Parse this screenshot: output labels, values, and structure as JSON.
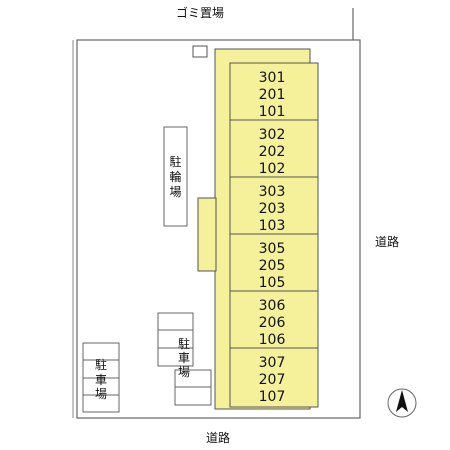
{
  "colors": {
    "building_fill": "#f5f09a",
    "building_stroke": "#555555",
    "line": "#666666",
    "background": "#ffffff"
  },
  "labels": {
    "garbage": "ゴミ置場",
    "bicycle_parking": [
      "駐",
      "輪",
      "場"
    ],
    "car_parking": [
      "駐",
      "車",
      "場"
    ],
    "road_east": "道路",
    "road_south": "道路"
  },
  "units": [
    [
      "301",
      "201",
      "101"
    ],
    [
      "302",
      "202",
      "102"
    ],
    [
      "303",
      "203",
      "103"
    ],
    [
      "305",
      "205",
      "105"
    ],
    [
      "306",
      "206",
      "106"
    ],
    [
      "307",
      "207",
      "107"
    ]
  ],
  "icons": {
    "north_arrow": "north-arrow-icon"
  }
}
